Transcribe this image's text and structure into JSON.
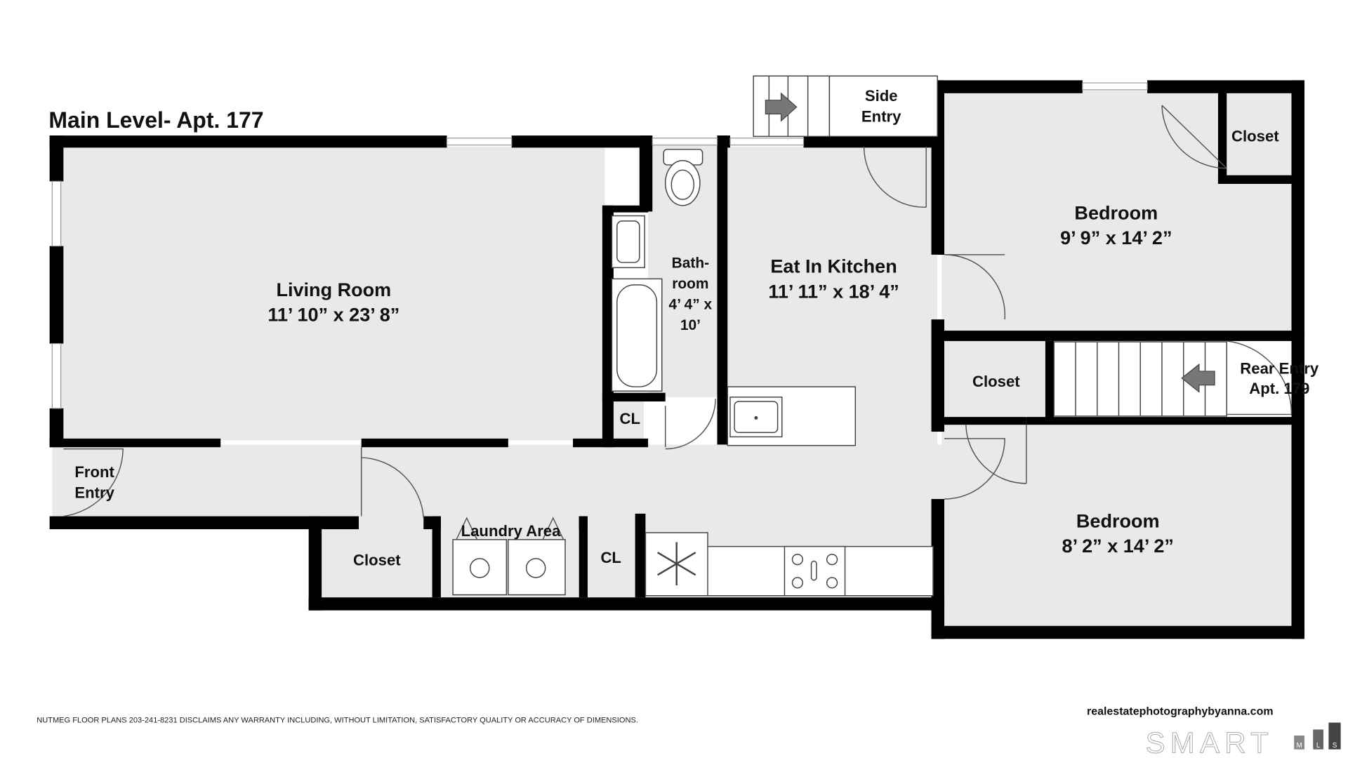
{
  "title": "Main Level- Apt. 177",
  "rooms": {
    "living": {
      "name": "Living Room",
      "size": "11’ 10” x 23’ 8”"
    },
    "kitchen": {
      "name": "Eat In Kitchen",
      "size": "11’ 11” x 18’ 4”"
    },
    "bath": {
      "line1": "Bath-",
      "line2": "room",
      "line3": "4’ 4” x",
      "line4": "10’"
    },
    "bedroom1": {
      "name": "Bedroom",
      "size": "9’ 9” x 14’ 2”"
    },
    "bedroom2": {
      "name": "Bedroom",
      "size": "8’ 2” x 14’ 2”"
    },
    "closet_bed1": "Closet",
    "closet_rear": "Closet",
    "closet_hall": "Closet",
    "cl_bath": "CL",
    "cl_hall": "CL",
    "laundry": "Laundry Area",
    "front_entry": {
      "line1": "Front",
      "line2": "Entry"
    },
    "side_entry": {
      "line1": "Side",
      "line2": "Entry"
    },
    "rear_entry": {
      "line1": "Rear Entry",
      "line2": "Apt. 179"
    }
  },
  "footer": {
    "disclaimer": "NUTMEG FLOOR PLANS 203-241-8231 DISCLAIMS ANY WARRANTY INCLUDING, WITHOUT LIMITATION, SATISFACTORY QUALITY OR ACCURACY OF DIMENSIONS.",
    "website": "realestatephotographybyanna.com",
    "logo_text": "SMART",
    "logo_letters": [
      "M",
      "L",
      "S"
    ]
  }
}
